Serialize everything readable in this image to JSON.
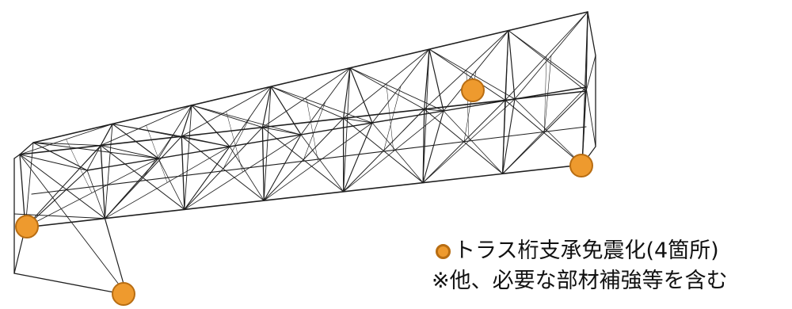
{
  "legend": {
    "bearing_label": "トラス桁支承免震化(4箇所)",
    "note": "※他、必要な部材補強等を含む"
  },
  "colors": {
    "bearing_marker": "#ee9a2e",
    "truss_line": "#1f1f1f"
  },
  "icons": {
    "bearing_marker": "orange-circle",
    "legend_marker": "orange-circle"
  }
}
